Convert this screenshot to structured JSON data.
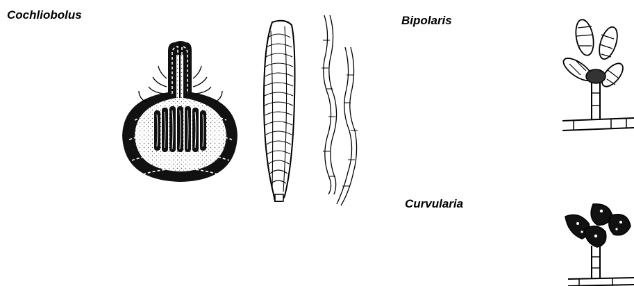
{
  "labels": {
    "cochliobolus": "Cochliobolus",
    "bipolaris": "Bipolaris",
    "curvularia": "Curvularia"
  },
  "colors": {
    "ink": "#000000",
    "paper": "#ffffff",
    "stipple": "#555555"
  }
}
